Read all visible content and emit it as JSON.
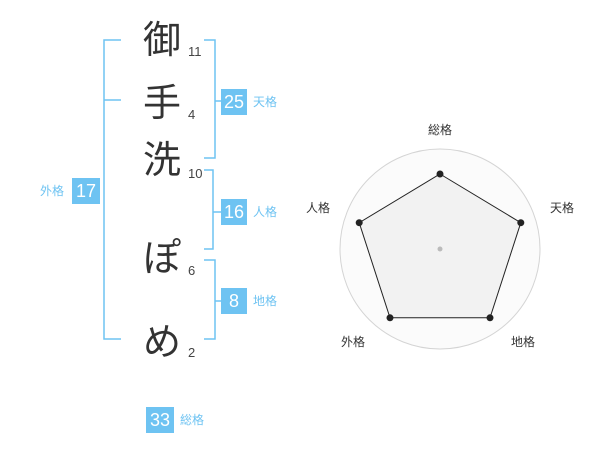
{
  "characters": [
    {
      "char": "御",
      "strokes": "11"
    },
    {
      "char": "手",
      "strokes": "4"
    },
    {
      "char": "洗",
      "strokes": "10"
    },
    {
      "char": "ぽ",
      "strokes": "6"
    },
    {
      "char": "め",
      "strokes": "2"
    }
  ],
  "kaku": {
    "tenkaku": {
      "value": "25",
      "label": "天格"
    },
    "jinkaku": {
      "value": "16",
      "label": "人格"
    },
    "chikaku": {
      "value": "8",
      "label": "地格"
    },
    "gaikaku": {
      "value": "17",
      "label": "外格"
    },
    "soukaku": {
      "value": "33",
      "label": "総格"
    }
  },
  "colors": {
    "accent": "#6ec3f2",
    "text": "#333333",
    "radar_fill": "#eeeeee"
  },
  "chart_data": {
    "type": "radar",
    "categories": [
      "総格",
      "天格",
      "地格",
      "外格",
      "人格"
    ],
    "values": [
      0.75,
      0.85,
      0.85,
      0.85,
      0.85
    ],
    "range": [
      0,
      1
    ],
    "rings": 4
  }
}
